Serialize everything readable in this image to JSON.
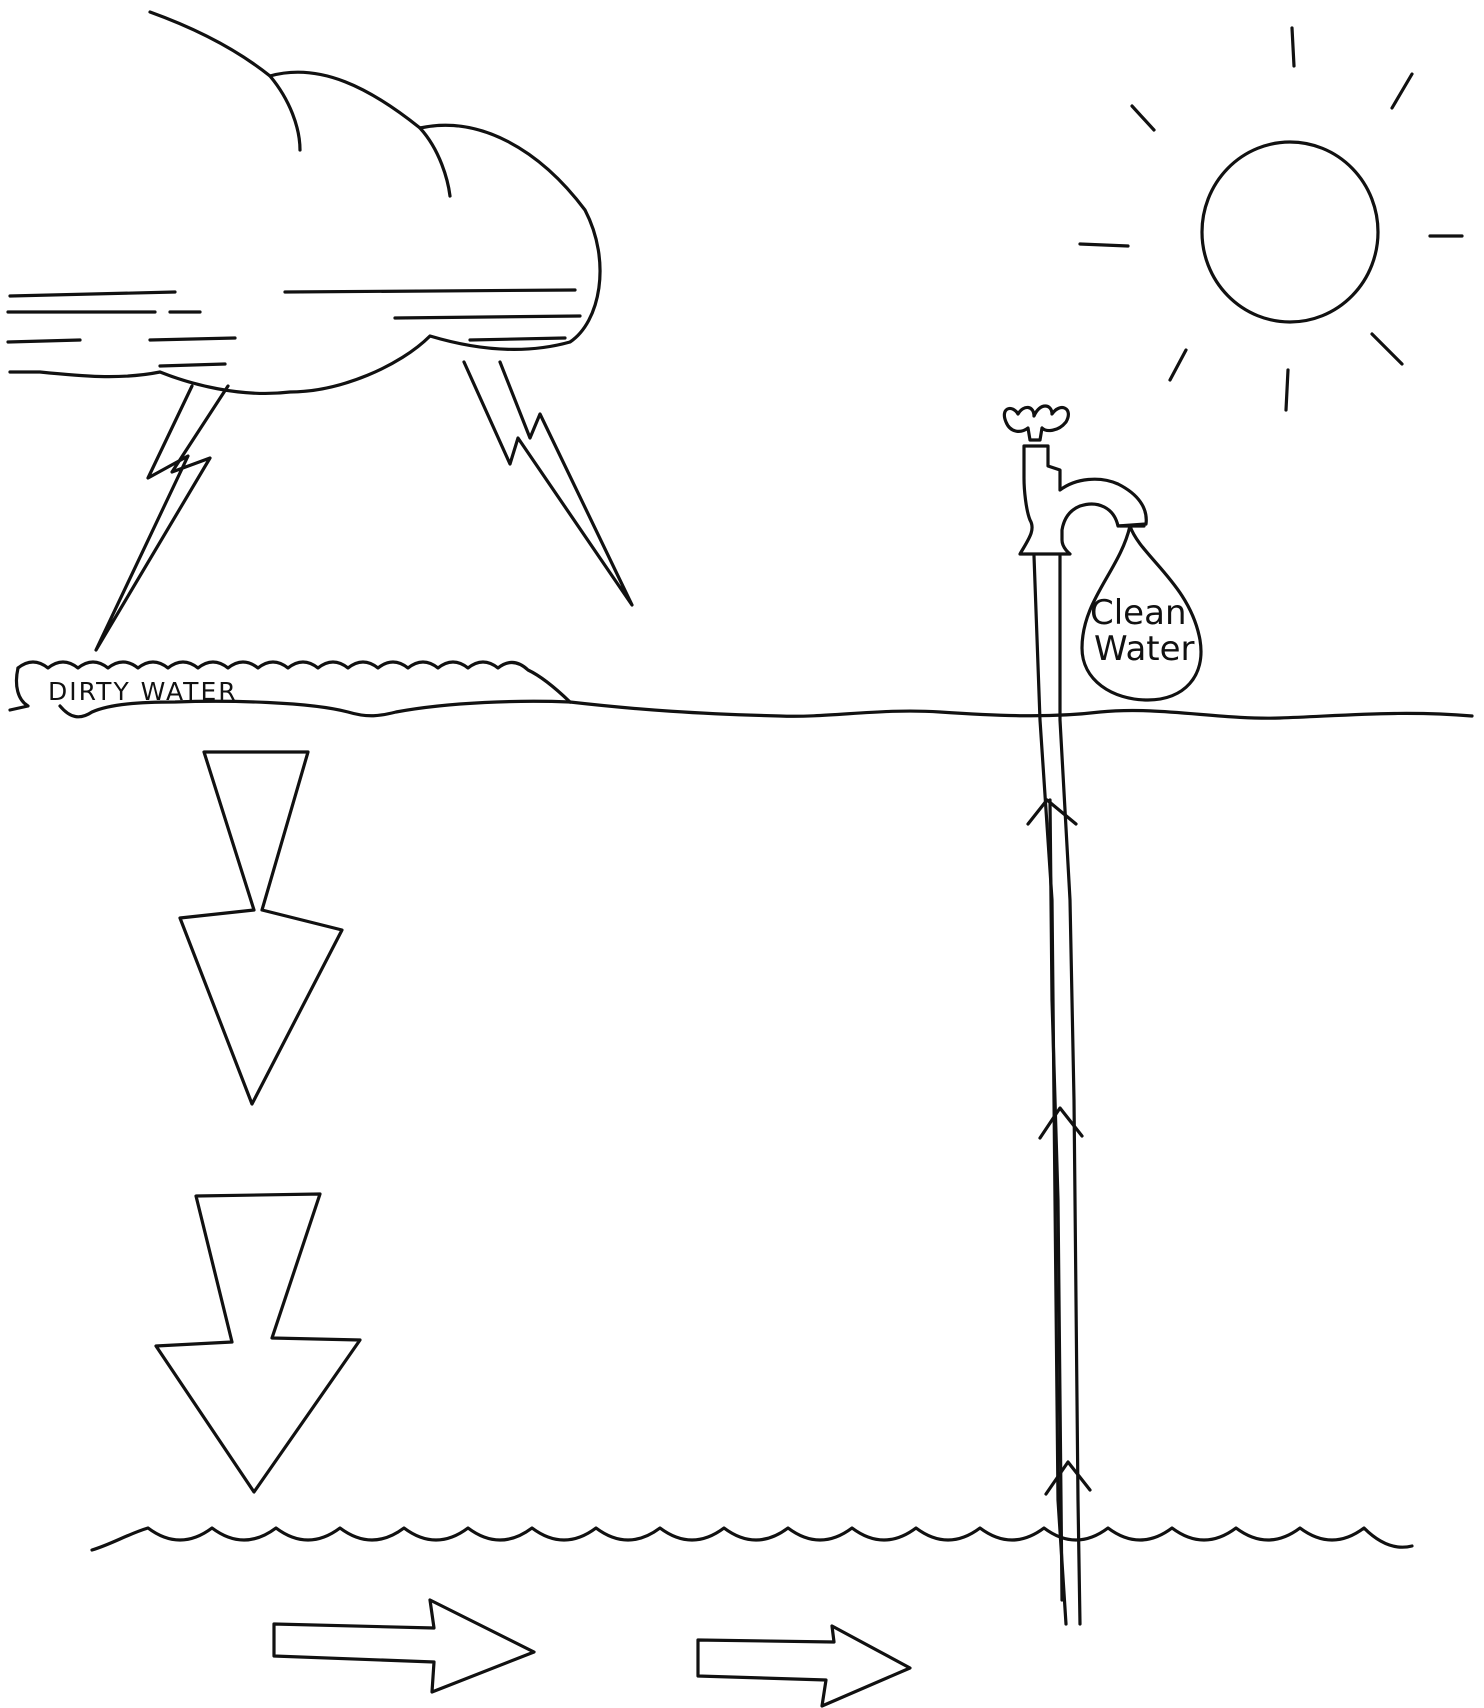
{
  "diagram": {
    "labels": {
      "dirty_water": "DIRTY WATER",
      "clean_water_line1": "Clean",
      "clean_water_line2": "Water"
    },
    "colors": {
      "ink": "#111111",
      "background": "#ffffff"
    },
    "icons": [
      "cloud-icon",
      "lightning-icon",
      "sun-icon",
      "faucet-icon",
      "water-drop-icon",
      "arrow-down-icon",
      "arrow-right-icon",
      "arrow-up-icon"
    ]
  }
}
